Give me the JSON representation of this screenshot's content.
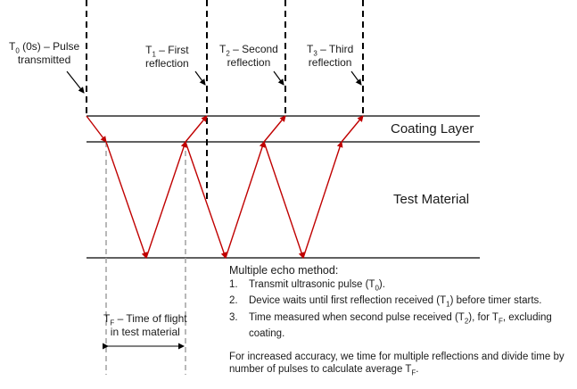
{
  "labels": {
    "t0": {
      "sym": "T",
      "sub": "0",
      "line1_rest": " (0s) – Pulse",
      "line2": "transmitted"
    },
    "t1": {
      "sym": "T",
      "sub": "1",
      "line1_rest": " – First",
      "line2": "reflection"
    },
    "t2": {
      "sym": "T",
      "sub": "2",
      "line1_rest": " – Second",
      "line2": "reflection"
    },
    "t3": {
      "sym": "T",
      "sub": "3",
      "line1_rest": " – Third",
      "line2": "reflection"
    },
    "tf": {
      "sym": "T",
      "sub": "F",
      "line1_rest": " – Time of flight",
      "line2": "in test material"
    }
  },
  "layers": {
    "coating": "Coating Layer",
    "material": "Test Material"
  },
  "method": {
    "title": "Multiple echo method:",
    "steps": [
      {
        "num": "1.",
        "parts": [
          "Transmit ultrasonic pulse (T",
          "0",
          ")."
        ]
      },
      {
        "num": "2.",
        "parts": [
          "Device waits until first reflection received (T",
          "1",
          ") before timer starts."
        ]
      },
      {
        "num": "3.",
        "parts": [
          "Time measured when second pulse received (T",
          "2",
          "), for T",
          "F",
          ",  excluding coating."
        ]
      }
    ],
    "note_parts": [
      "For increased accuracy, we time for multiple reflections and divide time by number of pulses to calculate average T",
      "F",
      "."
    ]
  },
  "colors": {
    "ray": "#c00000",
    "line": "#000000",
    "guide": "#a6a6a6"
  }
}
